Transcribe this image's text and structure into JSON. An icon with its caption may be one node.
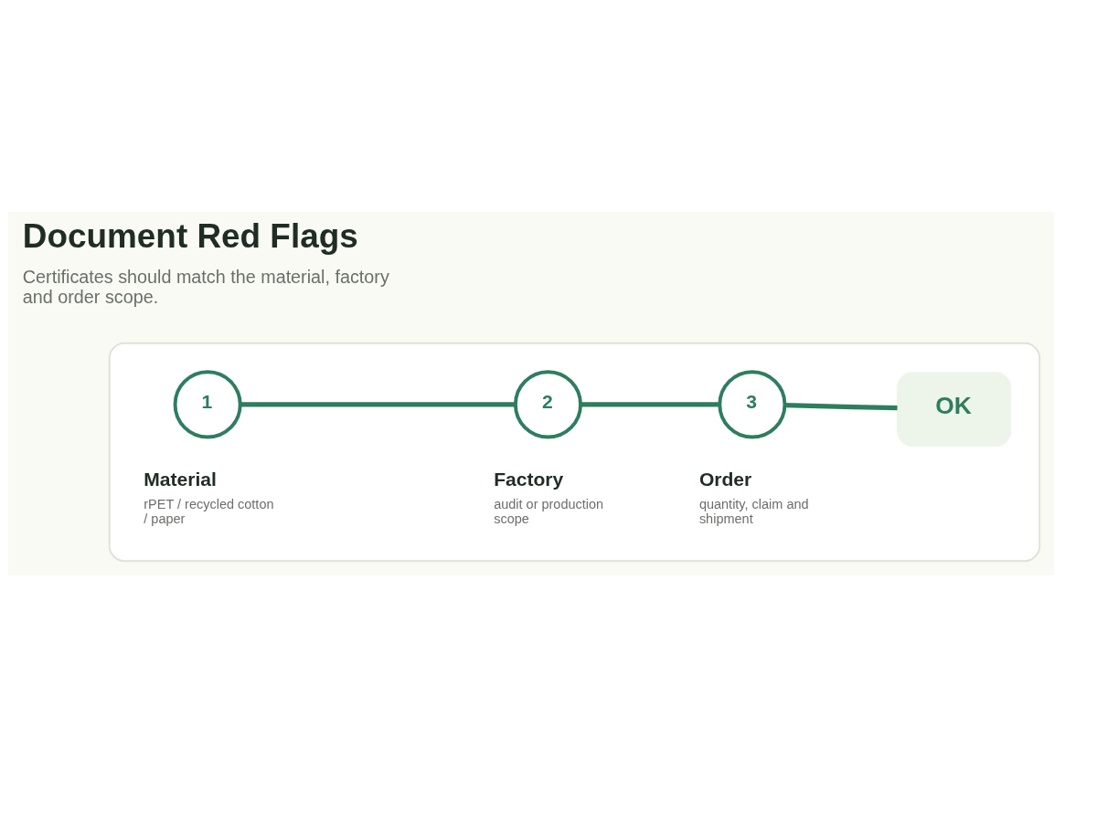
{
  "diagram": {
    "title": "Document Red Flags",
    "nodes": [
      {
        "text": [],
        "shape": "box"
      },
      {
        "text": [
          "1"
        ],
        "beside": [
          "Material",
          "rPET / recycled cotton / paper"
        ],
        "in": 0
      },
      {
        "text": [
          "2"
        ],
        "beside": [
          "Factory",
          "audit or production scope"
        ],
        "in": 0
      },
      {
        "text": [
          "3"
        ],
        "beside": [
          "Order",
          "quantity, claim and shipment"
        ],
        "in": 0
      },
      {
        "text": [
          "OK"
        ],
        "in": 0
      }
    ],
    "edges": [
      {
        "from": 1,
        "to": 2,
        "arrow": "none"
      },
      {
        "from": 2,
        "to": 3,
        "arrow": "none"
      },
      {
        "from": 3,
        "to": 4,
        "arrow": "none"
      }
    ],
    "labels": [
      "Certificates should match the material, factory and order scope."
    ]
  }
}
